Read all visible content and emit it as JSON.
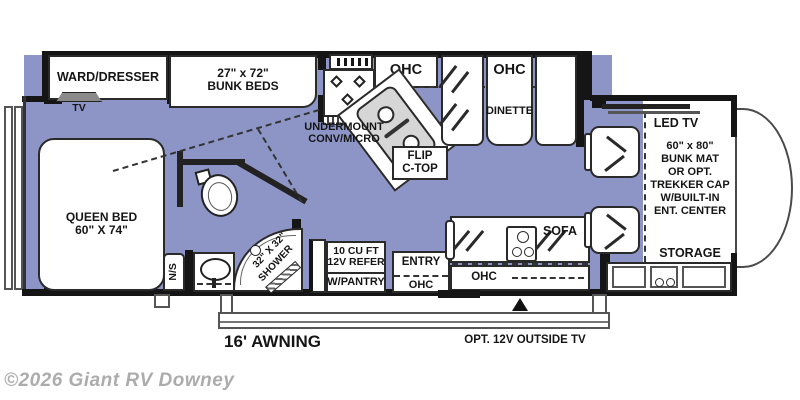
{
  "floorplan": {
    "bedroom": {
      "ward_dresser": "WARD/DRESSER",
      "tv": "TV",
      "queen_bed_l1": "QUEEN BED",
      "queen_bed_l2": "60\" X 74\"",
      "nightstand": "N/S"
    },
    "bunks": {
      "l1": "27\" x 72\"",
      "l2": "BUNK BEDS"
    },
    "kitchen": {
      "ohc": "OHC",
      "undermount_l1": "UNDERMOUNT",
      "undermount_l2": "CONV/MICRO",
      "flip_l1": "FLIP",
      "flip_l2": "C-TOP"
    },
    "bath": {
      "shower_l1": "32\" X 32\"",
      "shower_l2": "SHOWER"
    },
    "dinette": {
      "ohc": "OHC",
      "label": "DINETTE"
    },
    "refer": {
      "l1": "10 CU FT",
      "l2": "12V REFER",
      "pantry": "W/PANTRY"
    },
    "entry": {
      "label": "ENTRY",
      "ohc": "OHC"
    },
    "living": {
      "sofa": "SOFA",
      "ohc": "OHC"
    },
    "cab": {
      "led_tv": "LED TV",
      "bunk_lines": [
        "60\" x 80\"",
        "BUNK MAT",
        "OR OPT.",
        "TREKKER CAP",
        "W/BUILT-IN",
        "ENT. CENTER"
      ],
      "storage": "STORAGE"
    },
    "exterior": {
      "awning": "16' AWNING",
      "outside_tv": "OPT. 12V OUTSIDE TV"
    }
  },
  "watermark": "©2026 Giant RV Downey",
  "colors": {
    "floor": "#8D95C6",
    "wall": "#151515",
    "watermark": "#ACACAC"
  }
}
